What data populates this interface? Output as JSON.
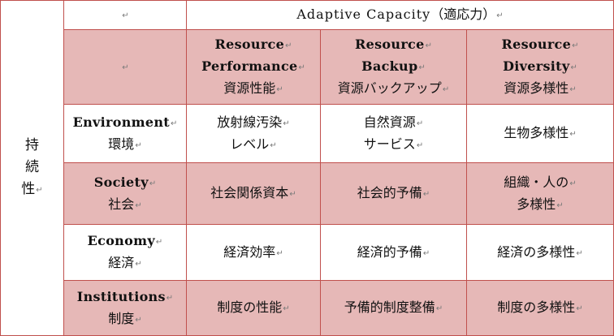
{
  "paragraph_mark": "↵",
  "row_group_label": [
    "持",
    "続",
    "性"
  ],
  "header": {
    "title_en": "Adaptive  Capacity",
    "title_ja": "（適応力）"
  },
  "columns": [
    {
      "line1": "Resource",
      "line2": "Performance",
      "ja": "資源性能"
    },
    {
      "line1": "Resource",
      "line2": "Backup",
      "ja": "資源バックアップ"
    },
    {
      "line1": "Resource",
      "line2": "Diversity",
      "ja": "資源多様性"
    }
  ],
  "rows": [
    {
      "en": "Environment",
      "ja": "環境",
      "cells": [
        [
          "放射線汚染",
          "レベル"
        ],
        [
          "自然資源",
          "サービス"
        ],
        [
          "生物多様性"
        ]
      ]
    },
    {
      "en": "Society",
      "ja": "社会",
      "cells": [
        [
          "社会関係資本"
        ],
        [
          "社会的予備"
        ],
        [
          "組織・人の",
          "多様性"
        ]
      ]
    },
    {
      "en": "Economy",
      "ja": "経済",
      "cells": [
        [
          "経済効率"
        ],
        [
          "経済的予備"
        ],
        [
          "経済の多様性"
        ]
      ]
    },
    {
      "en": "Institutions",
      "ja": "制度",
      "cells": [
        [
          "制度の性能"
        ],
        [
          "予備的制度整備"
        ],
        [
          "制度の多様性"
        ]
      ]
    }
  ],
  "colors": {
    "border": "#c0504d",
    "shade": "#e6b8b7"
  }
}
